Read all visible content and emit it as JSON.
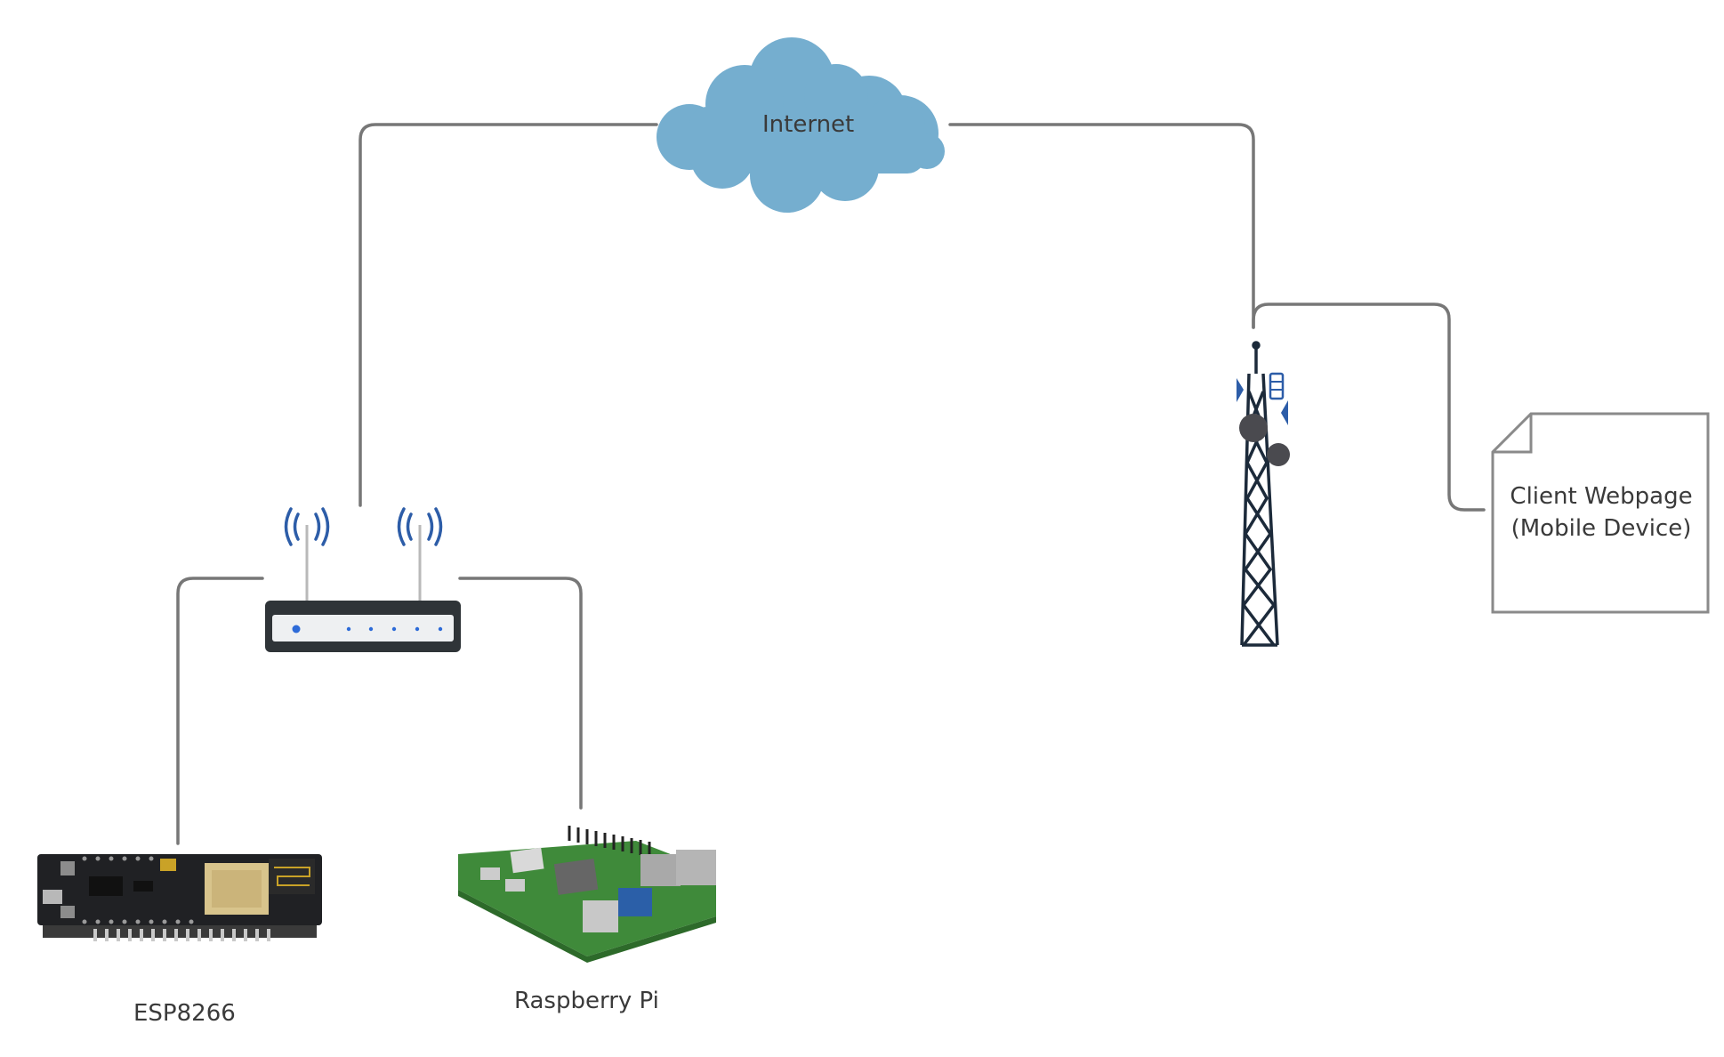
{
  "diagram": {
    "nodes": {
      "internet": {
        "label": "Internet",
        "icon": "cloud-icon",
        "color": "#75AECF"
      },
      "router": {
        "icon": "wifi-router-icon"
      },
      "esp8266": {
        "label": "ESP8266",
        "icon": "esp8266-board-image"
      },
      "raspberry_pi": {
        "label": "Raspberry Pi",
        "icon": "raspberry-pi-board-image"
      },
      "tower": {
        "icon": "cell-tower-icon"
      },
      "client": {
        "label_line1": "Client Webpage",
        "label_line2": "(Mobile Device)",
        "icon": "document-icon"
      }
    },
    "edges": [
      {
        "from": "router",
        "to": "internet"
      },
      {
        "from": "internet",
        "to": "tower"
      },
      {
        "from": "router",
        "to": "esp8266"
      },
      {
        "from": "router",
        "to": "raspberry_pi"
      },
      {
        "from": "tower",
        "to": "client"
      }
    ],
    "colors": {
      "connector": "#777777",
      "wifi_waves": "#2D5DA8",
      "router_body": "#2f3438",
      "tower_frame": "#1c2a3a"
    }
  }
}
